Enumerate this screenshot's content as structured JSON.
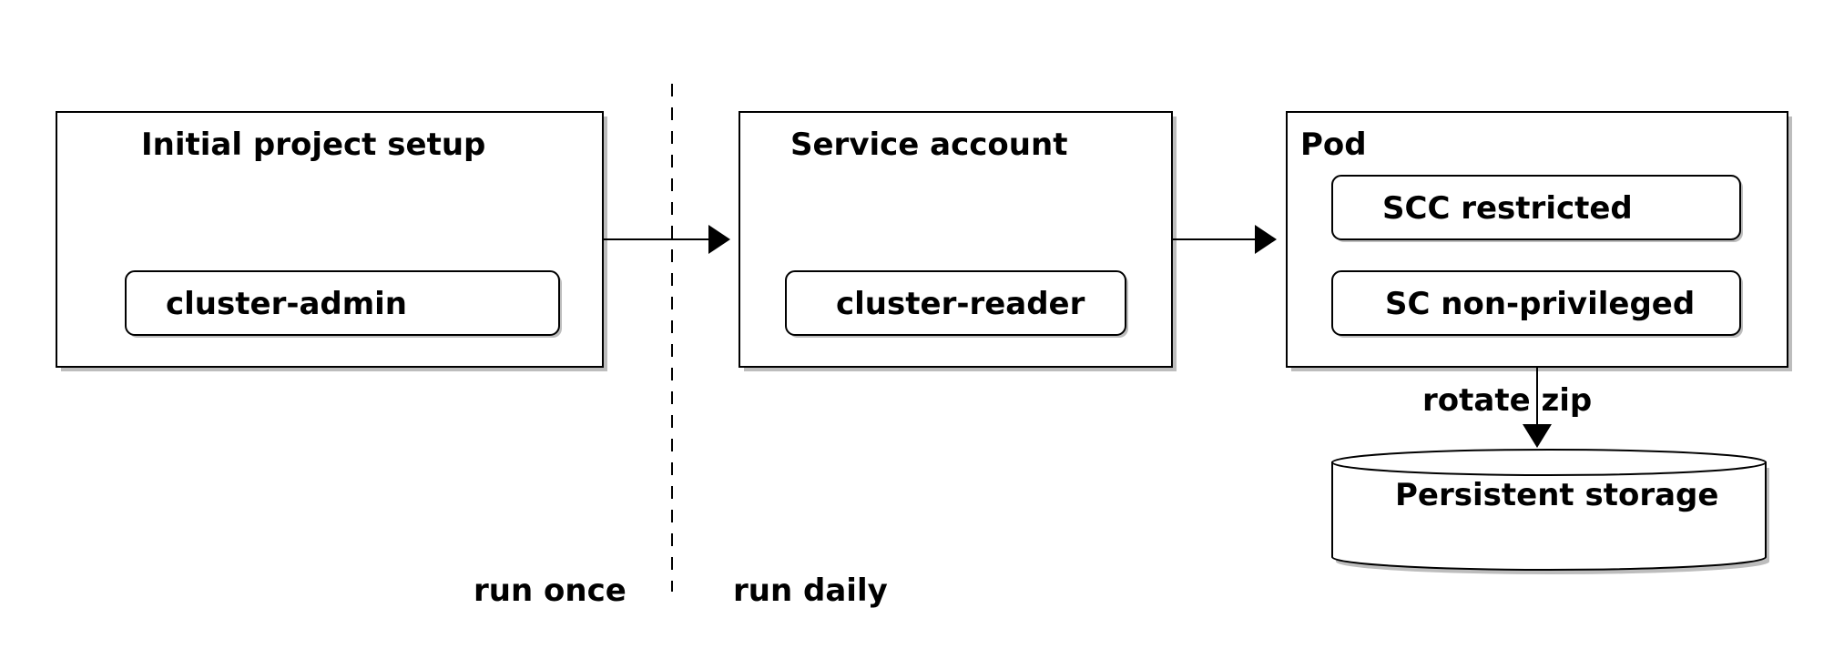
{
  "diagram": {
    "boxes": {
      "initial_setup": {
        "title": "Initial project setup",
        "role": "cluster-admin"
      },
      "service_account": {
        "title": "Service account",
        "role": "cluster-reader"
      },
      "pod": {
        "title": "Pod",
        "scc": "SCC restricted",
        "sc": "SC non-privileged"
      }
    },
    "storage": {
      "label": "Persistent storage"
    },
    "edges": {
      "pod_to_storage": "rotate zip"
    },
    "phases": {
      "before": "run once",
      "after": "run daily"
    }
  }
}
